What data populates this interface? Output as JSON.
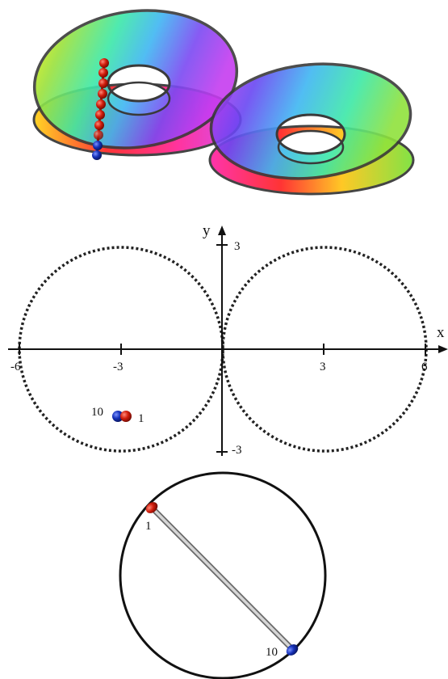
{
  "axes": {
    "x_label": "x",
    "y_label": "y",
    "x_ticks": [
      "-6",
      "-3",
      "3",
      "6"
    ],
    "y_top_tick": "3",
    "y_bottom_tick": "-3"
  },
  "planar_view": {
    "label_start": "1",
    "label_end": "10"
  },
  "circle_view": {
    "label_start": "1",
    "label_end": "10"
  },
  "colors": {
    "start_bead": "#d21d0c",
    "end_bead": "#1530b8",
    "ring_outline": "#3a3a3a",
    "dotted_circle": "#222222"
  }
}
